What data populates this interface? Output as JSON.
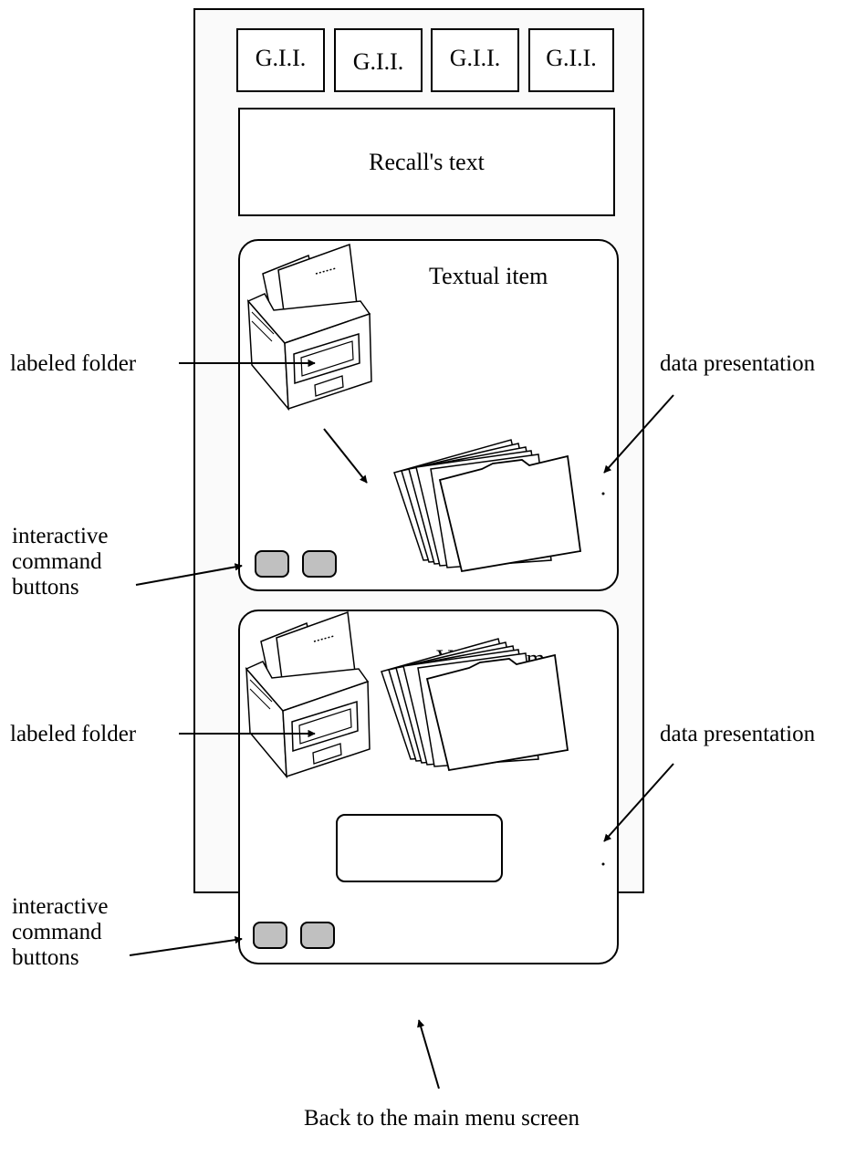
{
  "gii_buttons": [
    "G.I.I.",
    "G.I.I.",
    "G.I.I.",
    "G.I.I."
  ],
  "recall_text": "Recall's text",
  "textual_panel": {
    "title": "Textual item",
    "folder_label": "labeled folder",
    "data_label": "data presentation",
    "buttons_label": [
      "interactive",
      "command",
      "buttons"
    ]
  },
  "visual_panel": {
    "title": "Visual item",
    "folder_label": "labeled folder",
    "data_label": "data presentation",
    "buttons_label": [
      "interactive",
      "command",
      "buttons"
    ]
  },
  "back_label": "Back to the main menu screen",
  "colors": {
    "command_button_fill": "#c0c0c0",
    "line": "#000000"
  }
}
